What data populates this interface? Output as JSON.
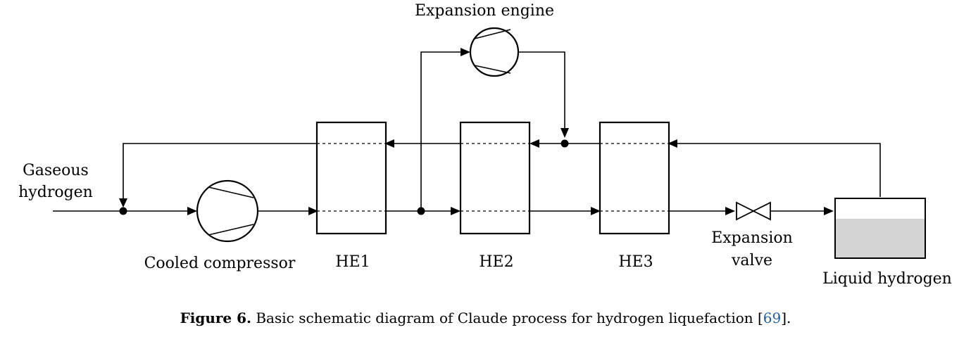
{
  "labels": {
    "expansion_engine": "Expansion engine",
    "gaseous_line1": "Gaseous",
    "gaseous_line2": "hydrogen",
    "cooled_compressor": "Cooled compressor",
    "he1": "HE1",
    "he2": "HE2",
    "he3": "HE3",
    "expansion_valve_line1": "Expansion",
    "expansion_valve_line2": "valve",
    "liquid_hydrogen": "Liquid hydrogen"
  },
  "caption": {
    "figure_label": "Figure 6.",
    "text": " Basic schematic diagram of Claude process for hydrogen liquefaction [",
    "ref": "69",
    "end": "]."
  }
}
